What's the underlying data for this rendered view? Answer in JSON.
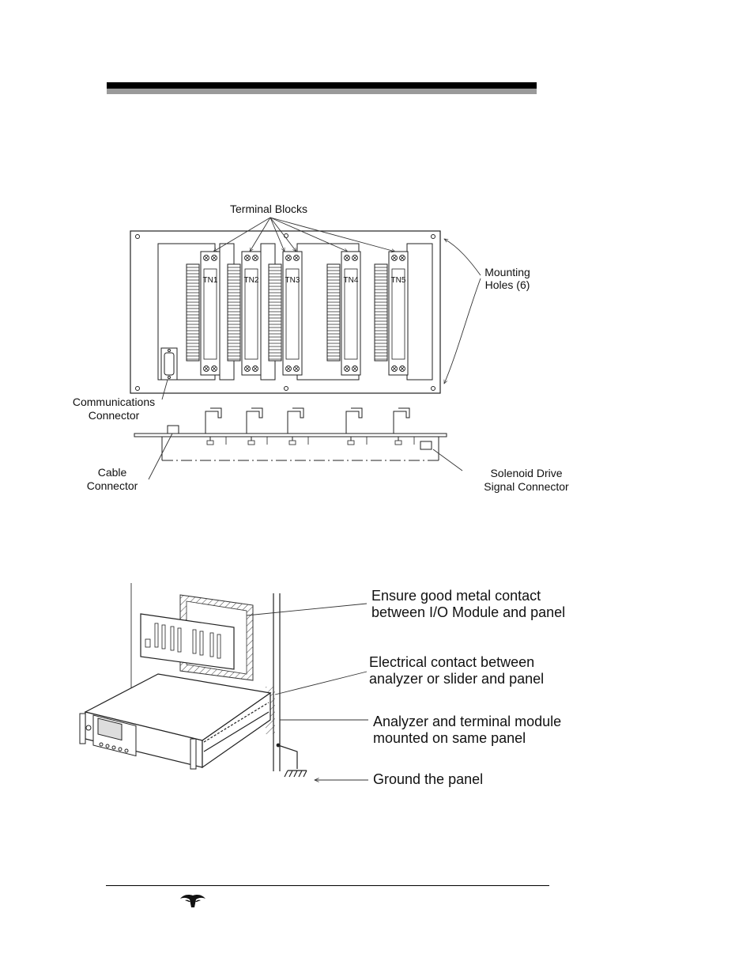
{
  "figure1": {
    "callouts": {
      "terminal_blocks": "Terminal Blocks",
      "mounting_holes_line1": "Mounting",
      "mounting_holes_line2": "Holes (6)",
      "comm_connector_line1": "Communications",
      "comm_connector_line2": "Connector",
      "cable_connector_line1": "Cable",
      "cable_connector_line2": "Connector",
      "solenoid_line1": "Solenoid Drive",
      "solenoid_line2": "Signal Connector"
    },
    "terminal_labels": [
      "TN1",
      "TN2",
      "TN3",
      "TN4",
      "TN5"
    ]
  },
  "figure2": {
    "notes": {
      "metal_contact_line1": "Ensure good metal contact",
      "metal_contact_line2": "between I/O Module and panel",
      "electrical_contact_line1": "Electrical contact between",
      "electrical_contact_line2": "analyzer or slider  and panel",
      "same_panel_line1": "Analyzer and terminal module",
      "same_panel_line2": "mounted on same panel",
      "ground": "Ground the panel"
    }
  },
  "footer": {
    "logo_icon": "teledyne-logo-icon"
  }
}
